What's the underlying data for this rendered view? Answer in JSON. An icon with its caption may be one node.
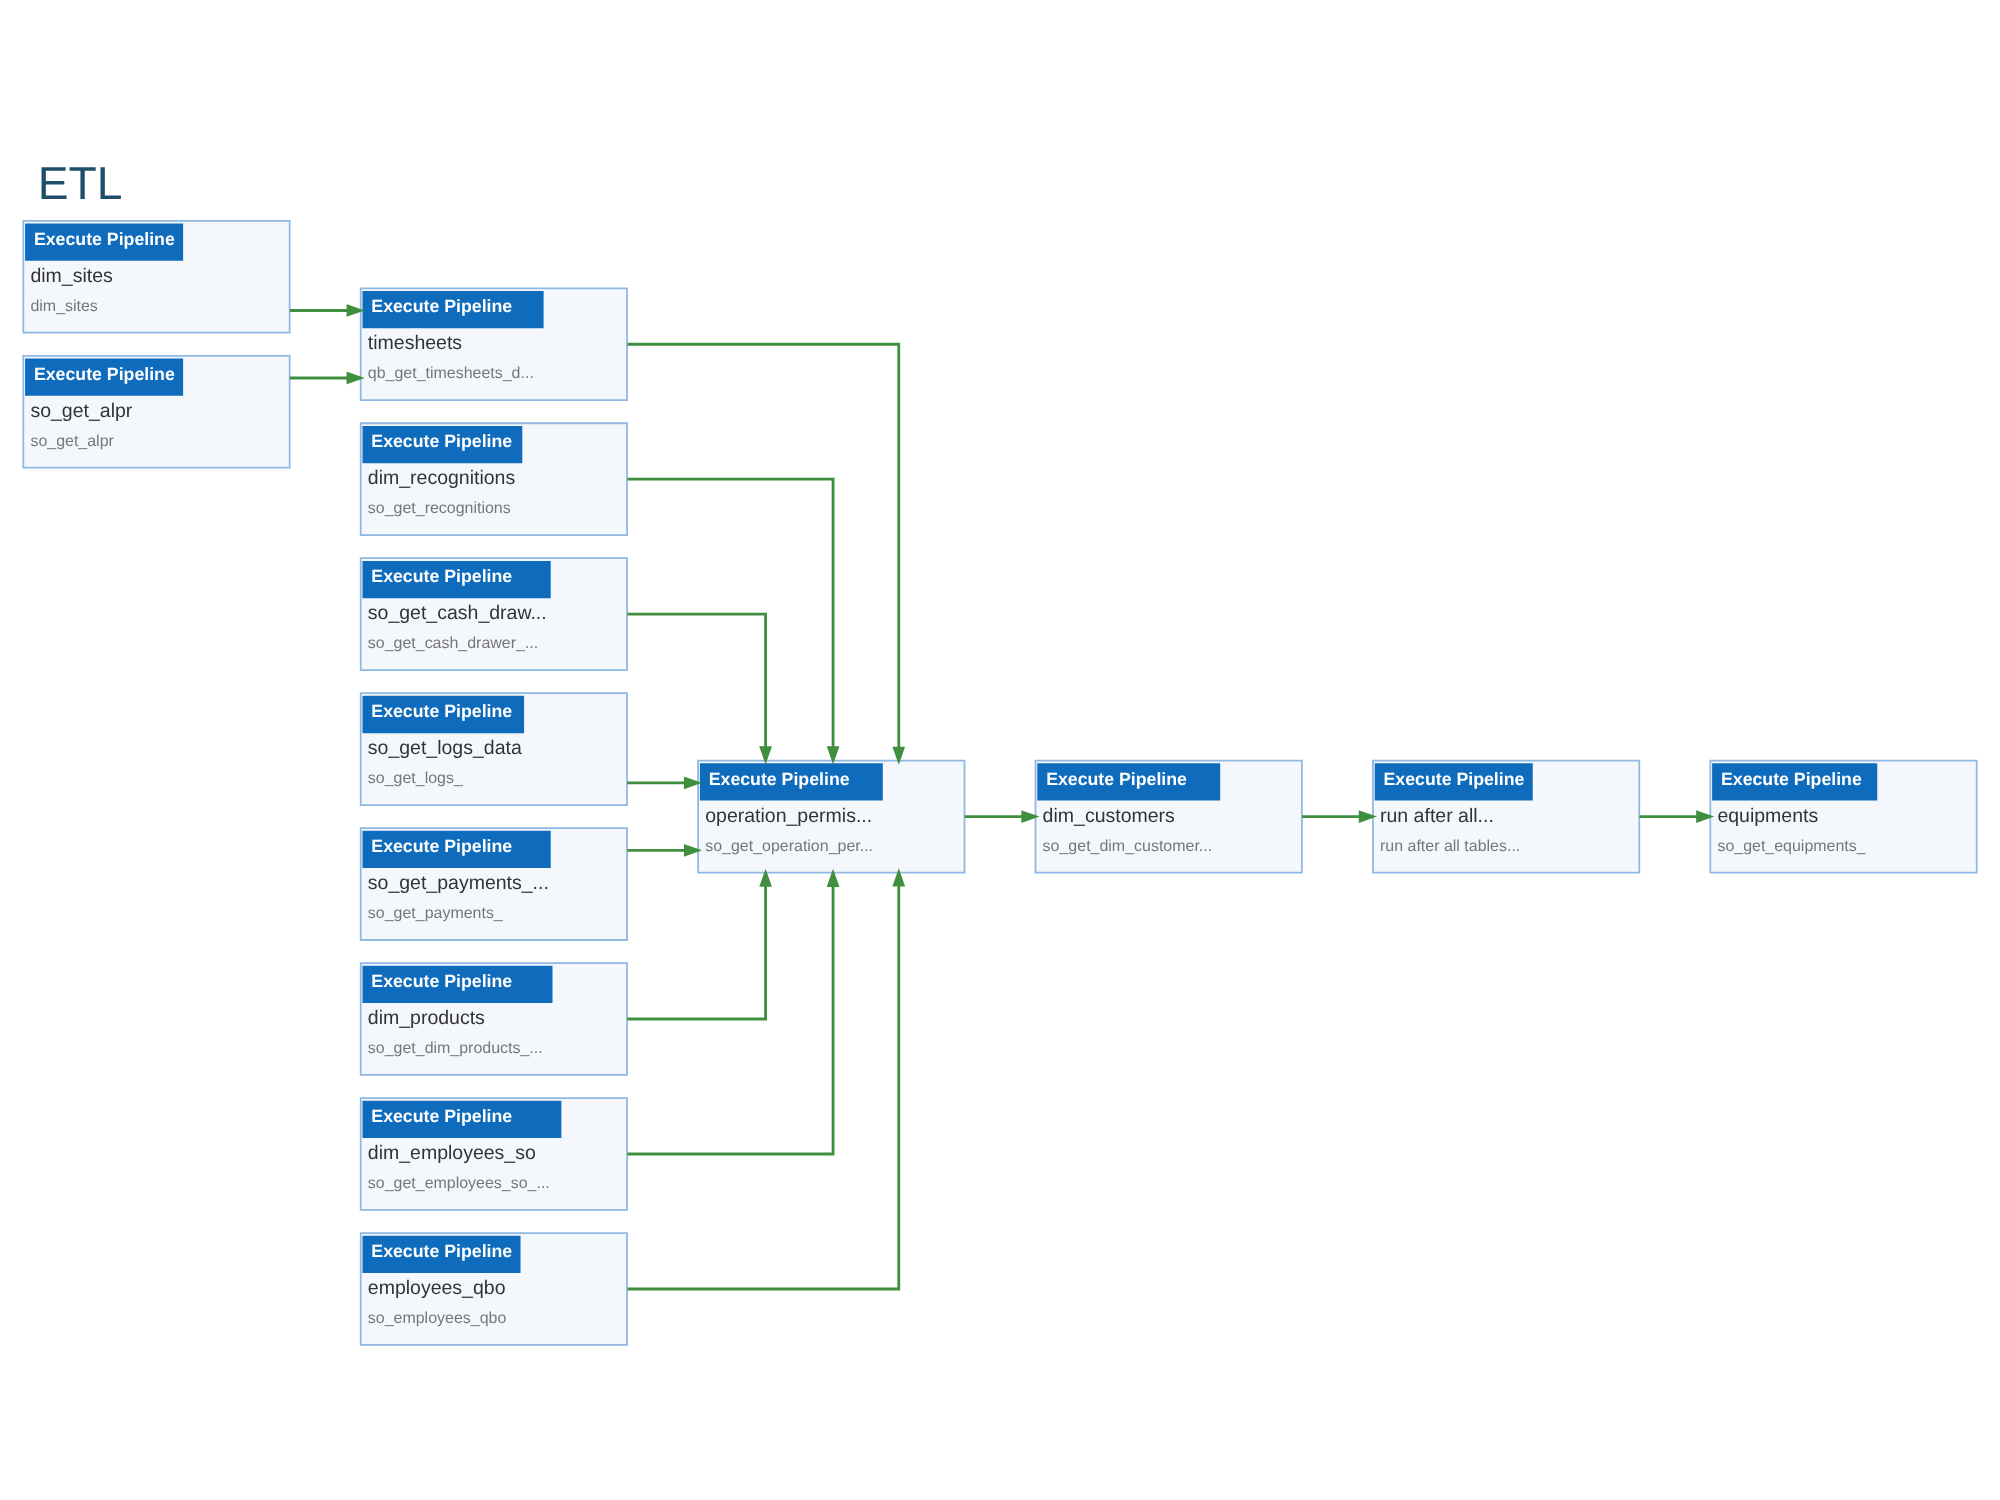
{
  "diagram": {
    "title": "ETL",
    "nodes": [
      {
        "text": [
          "Execute Pipeline",
          "dim_sites",
          "dim_sites"
        ]
      },
      {
        "text": [
          "Execute Pipeline",
          "so_get_alpr",
          "so_get_alpr"
        ]
      },
      {
        "text": [
          "Execute Pipeline",
          "timesheets",
          "qb_get_timesheets_d..."
        ]
      },
      {
        "text": [
          "Execute Pipeline",
          "dim_recognitions",
          "so_get_recognitions"
        ]
      },
      {
        "text": [
          "Execute Pipeline",
          "so_get_cash_draw...",
          "so_get_cash_drawer_..."
        ]
      },
      {
        "text": [
          "Execute Pipeline",
          "so_get_logs_data",
          "so_get_logs_"
        ]
      },
      {
        "text": [
          "Execute Pipeline",
          "so_get_payments_...",
          "so_get_payments_"
        ]
      },
      {
        "text": [
          "Execute Pipeline",
          "dim_products",
          "so_get_dim_products_..."
        ]
      },
      {
        "text": [
          "Execute Pipeline",
          "dim_employees_so",
          "so_get_employees_so_..."
        ]
      },
      {
        "text": [
          "Execute Pipeline",
          "employees_qbo",
          "so_employees_qbo"
        ]
      },
      {
        "text": [
          "Execute Pipeline",
          "operation_permis...",
          "so_get_operation_per..."
        ]
      },
      {
        "text": [
          "Execute Pipeline",
          "dim_customers",
          "so_get_dim_customer..."
        ]
      },
      {
        "text": [
          "Execute Pipeline",
          "run after all...",
          "run after all tables..."
        ]
      },
      {
        "text": [
          "Execute Pipeline",
          "equipments",
          "so_get_equipments_"
        ]
      }
    ],
    "edges": [
      {
        "from": 0,
        "to": 2,
        "arrow": "to"
      },
      {
        "from": 1,
        "to": 2,
        "arrow": "to"
      },
      {
        "from": 2,
        "to": 10,
        "arrow": "to"
      },
      {
        "from": 3,
        "to": 10,
        "arrow": "to"
      },
      {
        "from": 4,
        "to": 10,
        "arrow": "to"
      },
      {
        "from": 5,
        "to": 10,
        "arrow": "to"
      },
      {
        "from": 6,
        "to": 10,
        "arrow": "to"
      },
      {
        "from": 7,
        "to": 10,
        "arrow": "to"
      },
      {
        "from": 8,
        "to": 10,
        "arrow": "to"
      },
      {
        "from": 9,
        "to": 10,
        "arrow": "to"
      },
      {
        "from": 10,
        "to": 11,
        "arrow": "to"
      },
      {
        "from": 11,
        "to": 12,
        "arrow": "to"
      },
      {
        "from": 12,
        "to": 13,
        "arrow": "to"
      }
    ]
  }
}
